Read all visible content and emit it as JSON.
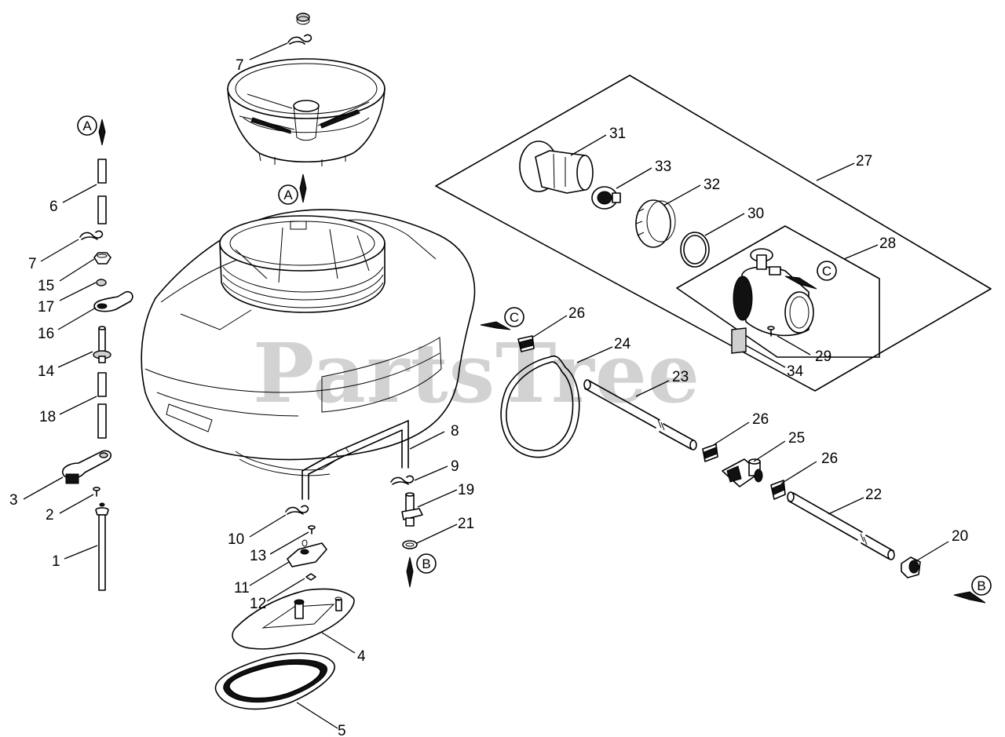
{
  "watermark": "PartsTree",
  "callouts": [
    {
      "id": "c7a",
      "text": "7"
    },
    {
      "id": "c6",
      "text": "6"
    },
    {
      "id": "c7b",
      "text": "7"
    },
    {
      "id": "c15",
      "text": "15"
    },
    {
      "id": "c17",
      "text": "17"
    },
    {
      "id": "c16",
      "text": "16"
    },
    {
      "id": "c14",
      "text": "14"
    },
    {
      "id": "c18",
      "text": "18"
    },
    {
      "id": "c3",
      "text": "3"
    },
    {
      "id": "c2",
      "text": "2"
    },
    {
      "id": "c1",
      "text": "1"
    },
    {
      "id": "c10",
      "text": "10"
    },
    {
      "id": "c13",
      "text": "13"
    },
    {
      "id": "c11",
      "text": "11"
    },
    {
      "id": "c12",
      "text": "12"
    },
    {
      "id": "c4",
      "text": "4"
    },
    {
      "id": "c5",
      "text": "5"
    },
    {
      "id": "c8",
      "text": "8"
    },
    {
      "id": "c9",
      "text": "9"
    },
    {
      "id": "c19",
      "text": "19"
    },
    {
      "id": "c21",
      "text": "21"
    },
    {
      "id": "c31",
      "text": "31"
    },
    {
      "id": "c33",
      "text": "33"
    },
    {
      "id": "c32",
      "text": "32"
    },
    {
      "id": "c27",
      "text": "27"
    },
    {
      "id": "c30",
      "text": "30"
    },
    {
      "id": "c28",
      "text": "28"
    },
    {
      "id": "c29",
      "text": "29"
    },
    {
      "id": "c34",
      "text": "34"
    },
    {
      "id": "c26a",
      "text": "26"
    },
    {
      "id": "c24",
      "text": "24"
    },
    {
      "id": "c23",
      "text": "23"
    },
    {
      "id": "c26b",
      "text": "26"
    },
    {
      "id": "c25",
      "text": "25"
    },
    {
      "id": "c26c",
      "text": "26"
    },
    {
      "id": "c22",
      "text": "22"
    },
    {
      "id": "c20",
      "text": "20"
    }
  ],
  "connectors": [
    {
      "id": "ref-a-top",
      "text": "A"
    },
    {
      "id": "ref-a-tank",
      "text": "A"
    },
    {
      "id": "ref-b-bottom",
      "text": "B"
    },
    {
      "id": "ref-b-right",
      "text": "B"
    },
    {
      "id": "ref-c-valve",
      "text": "C"
    },
    {
      "id": "ref-c-mid",
      "text": "C"
    }
  ]
}
